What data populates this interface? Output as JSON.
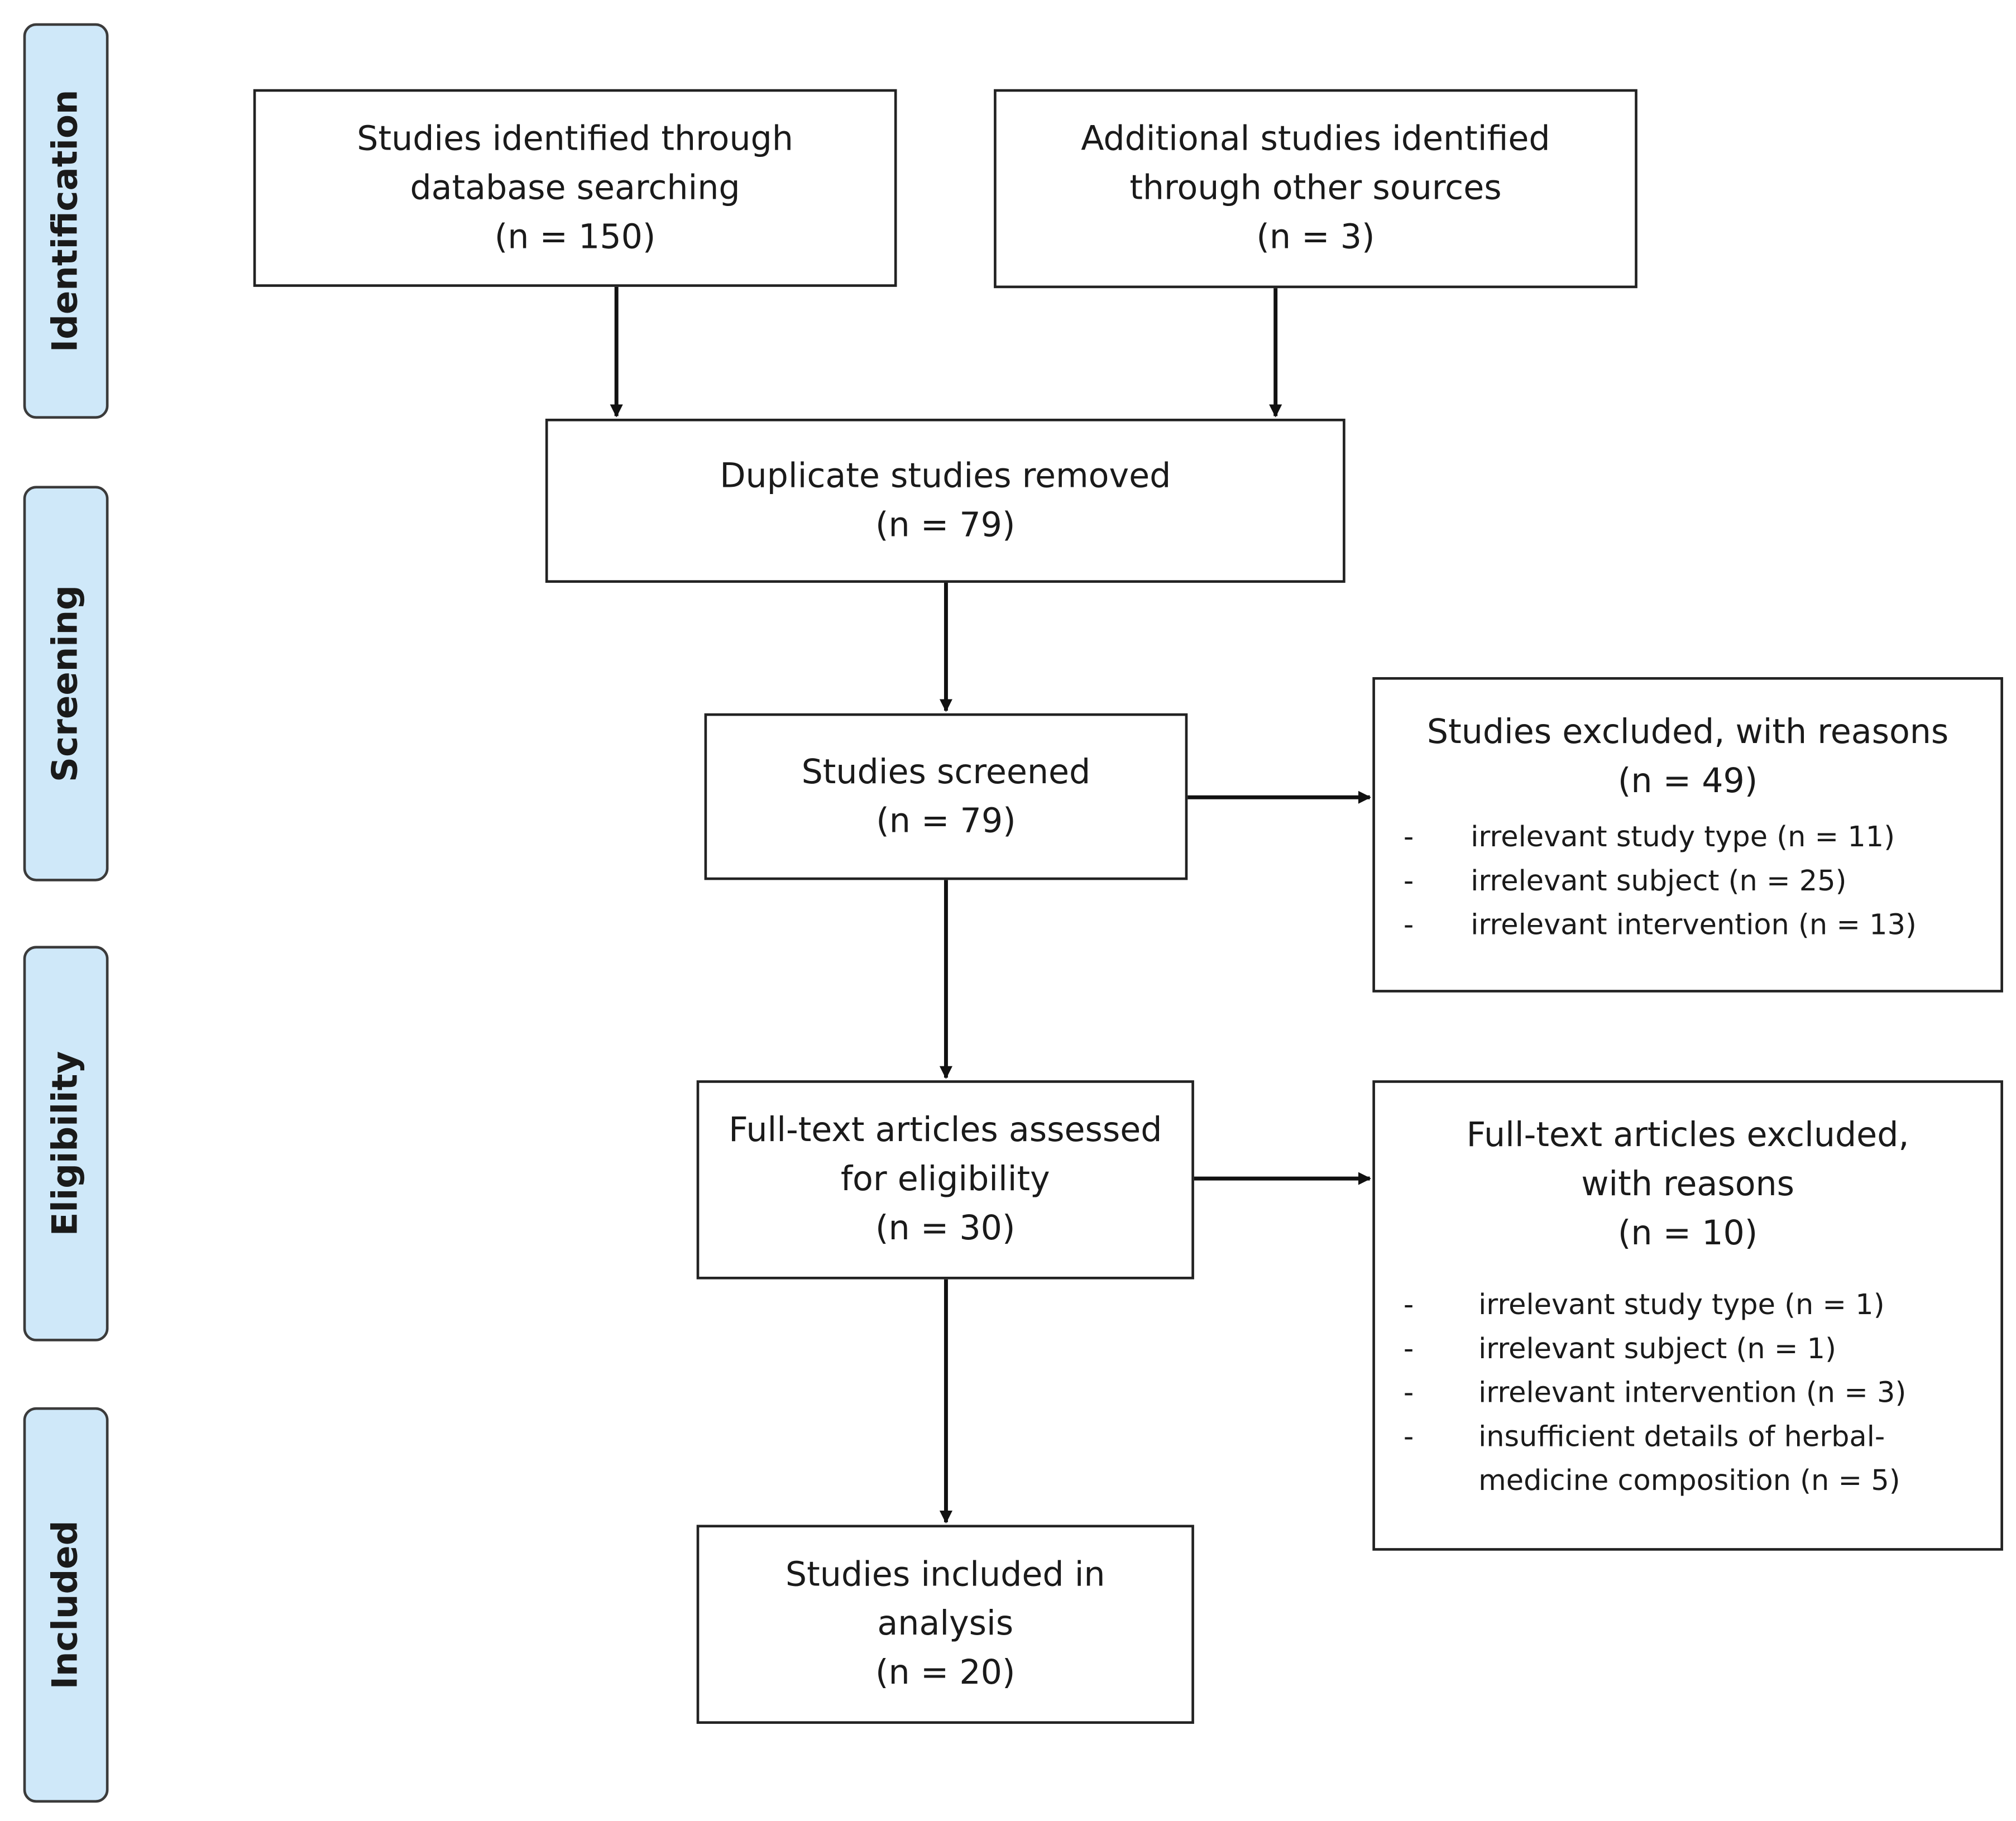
{
  "stages": [
    {
      "id": "identification",
      "label": "Identification"
    },
    {
      "id": "screening",
      "label": "Screening"
    },
    {
      "id": "eligibility",
      "label": "Eligibility"
    },
    {
      "id": "included",
      "label": "Included"
    }
  ],
  "boxes": {
    "database_search": {
      "lines": [
        "Studies identified through",
        "database searching",
        "(n = 150)"
      ]
    },
    "other_sources": {
      "lines": [
        "Additional studies identified",
        "through other sources",
        "(n = 3)"
      ]
    },
    "duplicates_removed": {
      "lines": [
        "Duplicate studies removed",
        "(n = 79)"
      ]
    },
    "screened": {
      "lines": [
        "Studies screened",
        "(n = 79)"
      ]
    },
    "screen_excluded": {
      "lines": [
        "Studies excluded, with reasons",
        "(n = 49)"
      ],
      "reasons": [
        {
          "dash": "-",
          "text": "irrelevant study type (n = 11)"
        },
        {
          "dash": "-",
          "text": "irrelevant subject (n = 25)"
        },
        {
          "dash": "-",
          "text": "irrelevant intervention (n = 13)"
        }
      ]
    },
    "full_text": {
      "lines": [
        "Full-text articles assessed",
        "for eligibility",
        "(n = 30)"
      ]
    },
    "full_text_excluded": {
      "lines": [
        "Full-text articles excluded,",
        "with reasons",
        "(n = 10)"
      ],
      "reasons": [
        {
          "dash": "-",
          "text": "irrelevant study type (n = 1)"
        },
        {
          "dash": "-",
          "text": "irrelevant subject (n = 1)"
        },
        {
          "dash": "-",
          "text": "irrelevant intervention (n = 3)"
        },
        {
          "dash": "-",
          "text": "insufficient details of herbal-"
        },
        {
          "dash": "",
          "text": "medicine composition (n = 5)"
        }
      ]
    },
    "included": {
      "lines": [
        "Studies included in",
        "analysis",
        "(n = 20)"
      ]
    }
  }
}
